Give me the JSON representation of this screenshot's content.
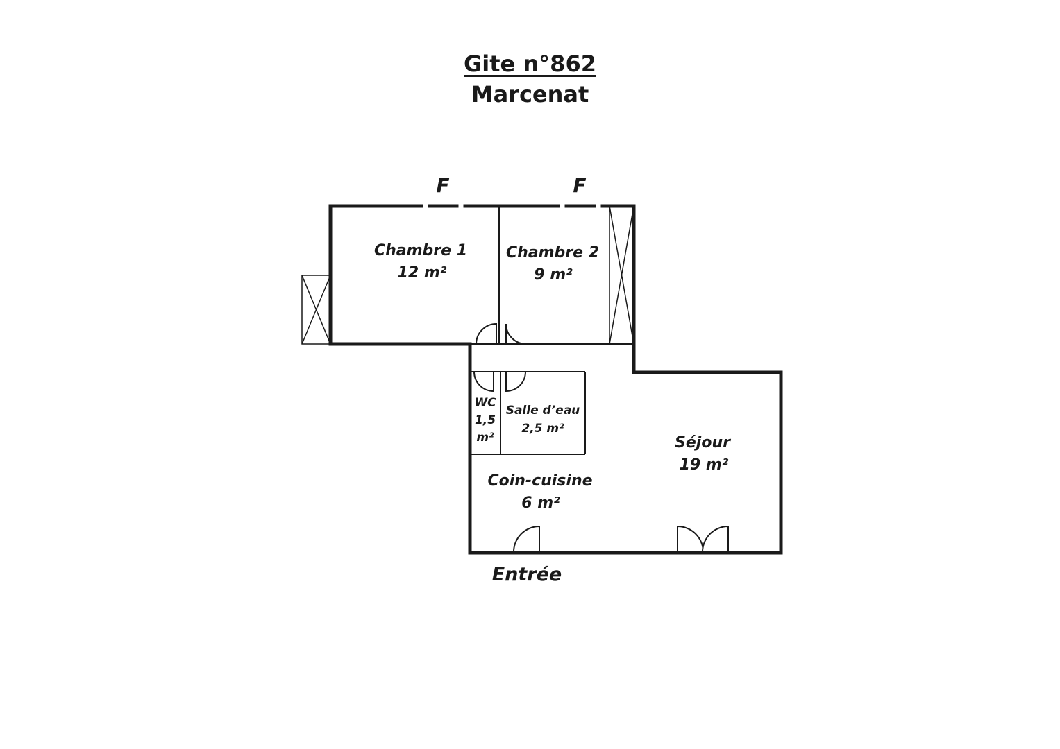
{
  "title": {
    "line1": "Gite n°862",
    "line2": "Marcenat"
  },
  "markers": {
    "window_left": "F",
    "window_right": "F"
  },
  "rooms": {
    "chambre1": {
      "name": "Chambre 1",
      "area": "12 m²"
    },
    "chambre2": {
      "name": "Chambre 2",
      "area": "9 m²"
    },
    "wc": {
      "name": "WC",
      "area_num": "1,5",
      "area_unit": "m²"
    },
    "salle_deau": {
      "name": "Salle d’eau",
      "area": "2,5 m²"
    },
    "coin_cuisine": {
      "name": "Coin-cuisine",
      "area": "6 m²"
    },
    "sejour": {
      "name": "Séjour",
      "area": "19 m²"
    }
  },
  "entrance": "Entrée",
  "colors": {
    "line": "#1a1a1a",
    "background": "#ffffff"
  }
}
